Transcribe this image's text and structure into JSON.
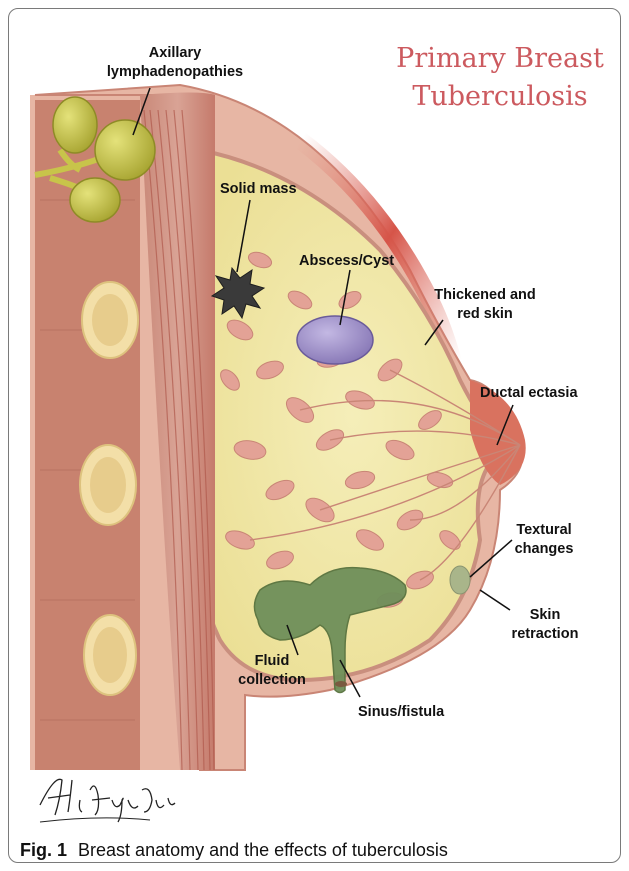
{
  "title": {
    "line1": "Primary Breast",
    "line2": "Tuberculosis"
  },
  "labels": {
    "axillary_line1": "Axillary",
    "axillary_line2": "lymphadenopathies",
    "solid_mass": "Solid mass",
    "abscess": "Abscess/Cyst",
    "thickened_line1": "Thickened and",
    "thickened_line2": "red skin",
    "ductal": "Ductal ectasia",
    "textural_line1": "Textural",
    "textural_line2": "changes",
    "skin_line1": "Skin",
    "skin_line2": "retraction",
    "fluid_line1": "Fluid",
    "fluid_line2": "collection",
    "sinus": "Sinus/fistula"
  },
  "signature": "Ali Haydar Baykan",
  "caption": {
    "fig": "Fig. 1",
    "text": "Breast anatomy and the effects of tuberculosis"
  },
  "colors": {
    "title": "#cc5a5f",
    "skin": "#d79e8c",
    "muscle": "#c9786a",
    "fat": "#f0e6a8",
    "lobule": "#e3a296",
    "node": "#c8c44a",
    "mass": "#3a3a3a",
    "abscess": "#a497c7",
    "fluid": "#6f8f5a",
    "redskin": "#d65448"
  }
}
